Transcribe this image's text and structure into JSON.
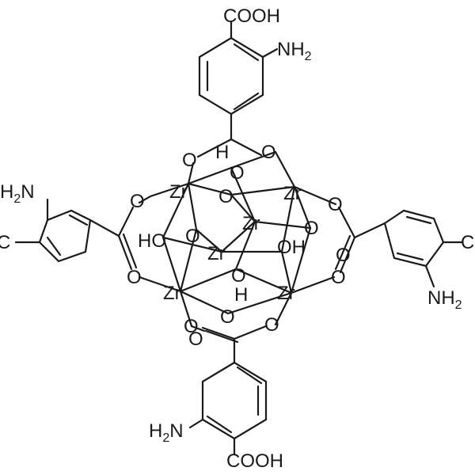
{
  "labels": {
    "top_cooh": "COOH",
    "top_nh2": "NH",
    "bottom_cooh": "COOH",
    "bottom_h2n": "H",
    "left_h2n": "H",
    "left_nh": "N",
    "right_nh2": "NH",
    "subscript_2": "2",
    "zr": "Zr",
    "o": "O",
    "oh": "OH",
    "ho": "HO",
    "h": "H",
    "c_left": "C",
    "c_right": "C"
  }
}
